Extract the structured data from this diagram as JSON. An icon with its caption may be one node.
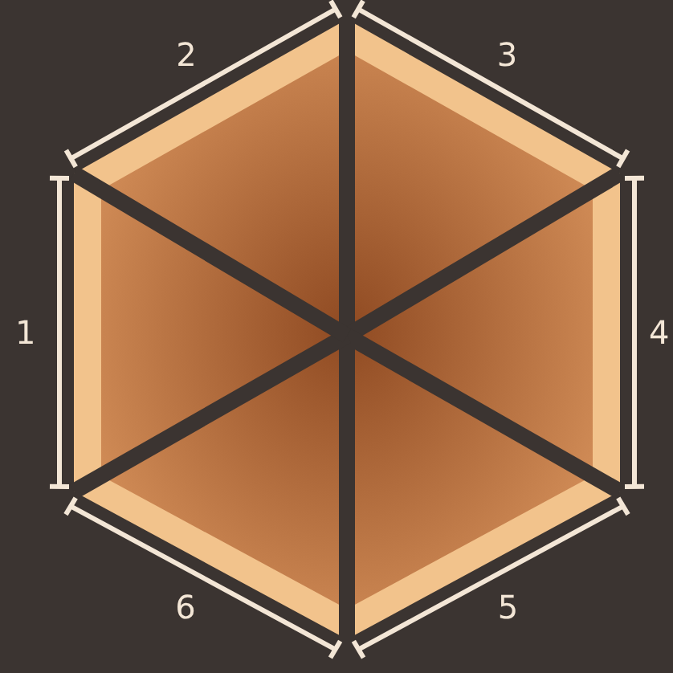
{
  "diagram": {
    "labels": [
      "2",
      "3",
      "1",
      "4",
      "6",
      "5"
    ]
  }
}
